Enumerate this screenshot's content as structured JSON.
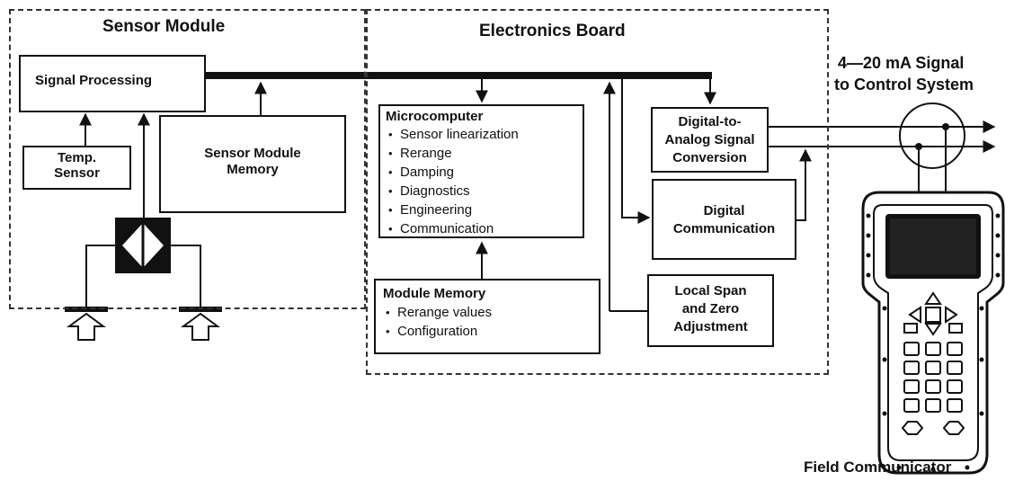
{
  "regions": {
    "sensor_module": "Sensor Module",
    "electronics_board": "Electronics Board"
  },
  "sensor": {
    "signal_processing": "Signal Processing",
    "temp_sensor_line1": "Temp.",
    "temp_sensor_line2": "Sensor",
    "memory_line1": "Sensor Module",
    "memory_line2": "Memory"
  },
  "microcomputer": {
    "title": "Microcomputer",
    "items": [
      "Sensor linearization",
      "Rerange",
      "Damping",
      "Diagnostics",
      "Engineering",
      "Communication"
    ]
  },
  "module_memory": {
    "title": "Module Memory",
    "items": [
      "Rerange values",
      "Configuration"
    ]
  },
  "dac": {
    "line1": "Digital-to-",
    "line2": "Analog Signal",
    "line3": "Conversion"
  },
  "digital_comm": {
    "line1": "Digital",
    "line2": "Communication"
  },
  "local_span": {
    "line1": "Local Span",
    "line2": "and Zero",
    "line3": "Adjustment"
  },
  "output": {
    "line1": "4—20 mA Signal",
    "line2": "to Control System"
  },
  "field_communicator": "Field Communicator",
  "colors": {
    "line": "#111111",
    "dashed": "#333333",
    "screen": "#111111"
  }
}
